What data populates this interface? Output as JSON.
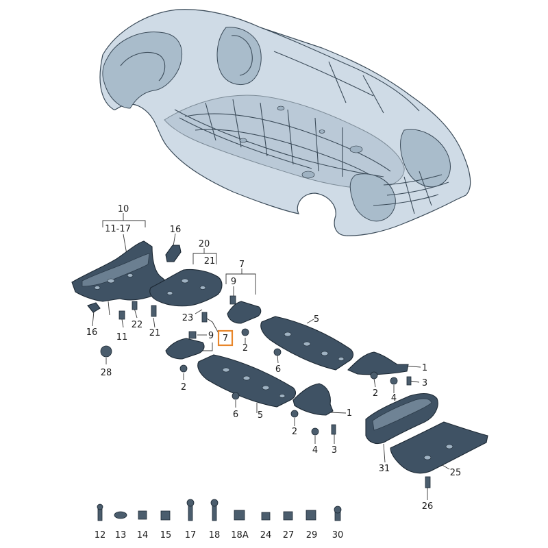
{
  "diagram": {
    "highlight_color": "#e8862a",
    "part_color": "#3f5264",
    "body_color": "#cfdbe6",
    "callouts": [
      {
        "id": "c10",
        "text": "10"
      },
      {
        "id": "c11-17",
        "text": "11-17"
      },
      {
        "id": "c16a",
        "text": "16"
      },
      {
        "id": "c20",
        "text": "20"
      },
      {
        "id": "c21a",
        "text": "21"
      },
      {
        "id": "c7a",
        "text": "7"
      },
      {
        "id": "c9a",
        "text": "9"
      },
      {
        "id": "c23",
        "text": "23"
      },
      {
        "id": "c16b",
        "text": "16"
      },
      {
        "id": "c11",
        "text": "11"
      },
      {
        "id": "c22",
        "text": "22"
      },
      {
        "id": "c21b",
        "text": "21"
      },
      {
        "id": "c28",
        "text": "28"
      },
      {
        "id": "c9b",
        "text": "9"
      },
      {
        "id": "c7b",
        "text": "7",
        "highlighted": true
      },
      {
        "id": "c2a",
        "text": "2"
      },
      {
        "id": "c2b",
        "text": "2"
      },
      {
        "id": "c5a",
        "text": "5"
      },
      {
        "id": "c6a",
        "text": "6"
      },
      {
        "id": "c5b",
        "text": "5"
      },
      {
        "id": "c6b",
        "text": "6"
      },
      {
        "id": "c1a",
        "text": "1"
      },
      {
        "id": "c3a",
        "text": "3"
      },
      {
        "id": "c2c",
        "text": "2"
      },
      {
        "id": "c4a",
        "text": "4"
      },
      {
        "id": "c1b",
        "text": "1"
      },
      {
        "id": "c2d",
        "text": "2"
      },
      {
        "id": "c4b",
        "text": "4"
      },
      {
        "id": "c3b",
        "text": "3"
      },
      {
        "id": "c31",
        "text": "31"
      },
      {
        "id": "c25",
        "text": "25"
      },
      {
        "id": "c26",
        "text": "26"
      }
    ],
    "fasteners_row": [
      "12",
      "13",
      "14",
      "15",
      "17",
      "18",
      "18A",
      "24",
      "27",
      "29",
      "30"
    ]
  }
}
